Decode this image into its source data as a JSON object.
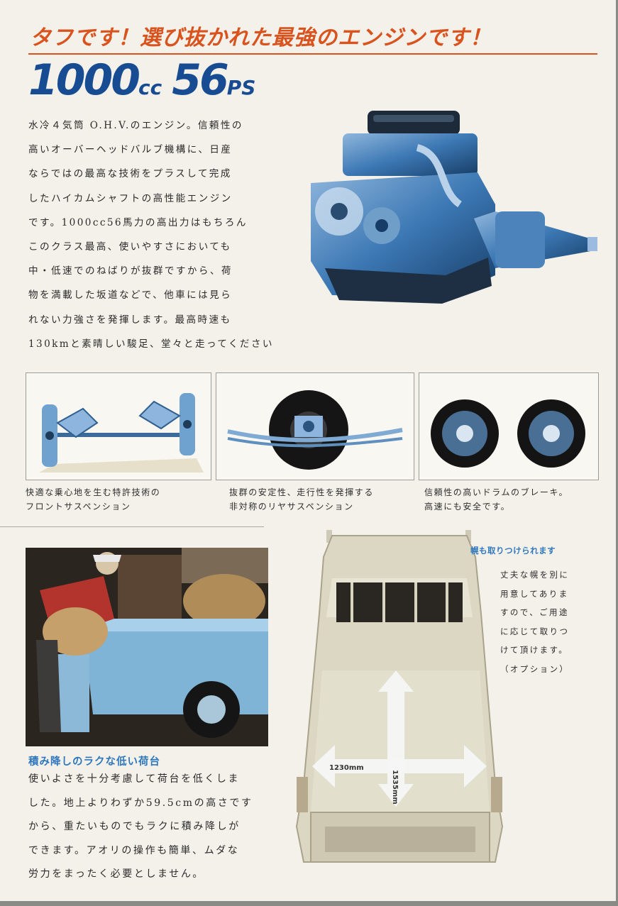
{
  "headline": "タフです！選び抜かれた最強のエンジンです！",
  "spec": {
    "displacement_num": "1000",
    "displacement_unit": "cc",
    "power_num": "56",
    "power_unit": "PS"
  },
  "engine_text": [
    "水冷４気筒 O.H.V.のエンジン。信頼性の",
    "高いオーバーヘッドバルブ機構に、日産",
    "ならではの最高な技術をプラスして完成",
    "したハイカムシャフトの高性能エンジン",
    "です。1000cc56馬力の高出力はもちろん",
    "このクラス最高、使いやすさにおいても",
    "中・低速でのねばりが抜群ですから、荷",
    "物を満載した坂道などで、他車には見ら",
    "れない力強さを発揮します。最高時速も",
    "130kmと素晴しい駿足、堂々と走ってください"
  ],
  "captions": {
    "front_suspension": [
      "快適な乗心地を生む特許技術の",
      "フロントサスペンション"
    ],
    "rear_suspension": [
      "抜群の安定性、走行性を発揮する",
      "非対称のリヤサスペンション"
    ],
    "brakes": [
      "信頼性の高いドラムのブレーキ。",
      "高速にも安全です。"
    ]
  },
  "bed": {
    "heading": "積み降しのラクな低い荷台",
    "text": [
      "使いよさを十分考慮して荷台を低くしま",
      "した。地上よりわずか59.5cmの高さです",
      "から、重たいものでもラクに積み降しが",
      "できます。アオリの操作も簡単、ムダな",
      "労力をまったく必要としません。"
    ]
  },
  "canopy": {
    "heading": "幌も取りつけられます",
    "text": [
      "丈夫な幌を別に",
      "用意してありま",
      "すので、ご用途",
      "に応じて取りつ",
      "けて頂けます。",
      "（オプション）"
    ]
  },
  "dimensions": {
    "width": "1230mm",
    "length": "1535mm"
  },
  "colors": {
    "headline": "#d8531e",
    "spec": "#174c93",
    "heading_blue": "#2f78bd",
    "paper": "#f3f1ea"
  }
}
